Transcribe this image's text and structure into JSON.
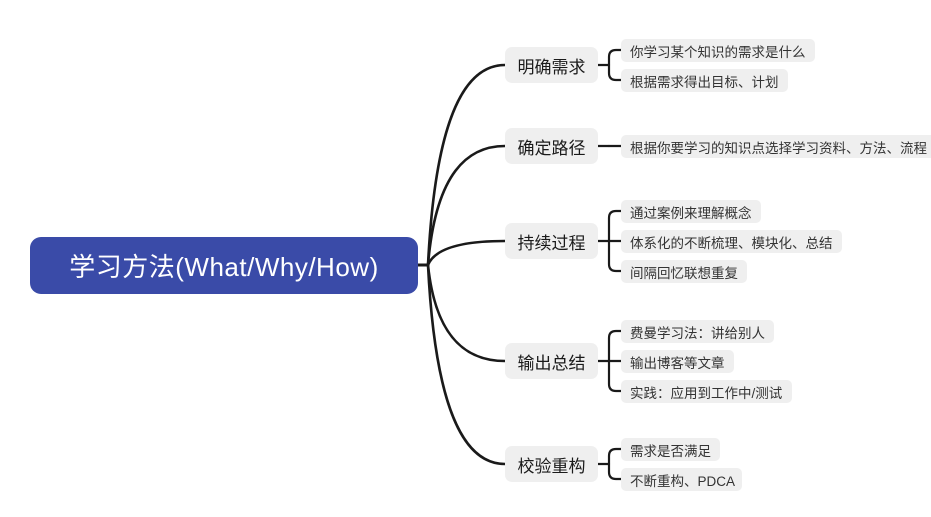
{
  "diagram": {
    "type": "mindmap",
    "title": "学习方法(What/Why/How)",
    "orientation": "left-to-right",
    "colors": {
      "root_fill": "#3A4BA8",
      "root_text": "#ffffff",
      "node_fill": "#EFEFEF",
      "node_text": "#1a1a1a",
      "edge_stroke": "#1a1a1a",
      "background": "#ffffff"
    },
    "root": {
      "label": "学习方法(What/Why/How)"
    },
    "branches": [
      {
        "label": "明确需求",
        "children": [
          {
            "label": "你学习某个知识的需求是什么"
          },
          {
            "label": "根据需求得出目标、计划"
          }
        ]
      },
      {
        "label": "确定路径",
        "children": [
          {
            "label": "根据你要学习的知识点选择学习资料、方法、流程"
          }
        ]
      },
      {
        "label": "持续过程",
        "children": [
          {
            "label": "通过案例来理解概念"
          },
          {
            "label": "体系化的不断梳理、模块化、总结"
          },
          {
            "label": "间隔回忆联想重复"
          }
        ]
      },
      {
        "label": "输出总结",
        "children": [
          {
            "label": "费曼学习法：讲给别人"
          },
          {
            "label": "输出博客等文章"
          },
          {
            "label": "实践：应用到工作中/测试"
          }
        ]
      },
      {
        "label": "校验重构",
        "children": [
          {
            "label": "需求是否满足"
          },
          {
            "label": "不断重构、PDCA"
          }
        ]
      }
    ]
  }
}
